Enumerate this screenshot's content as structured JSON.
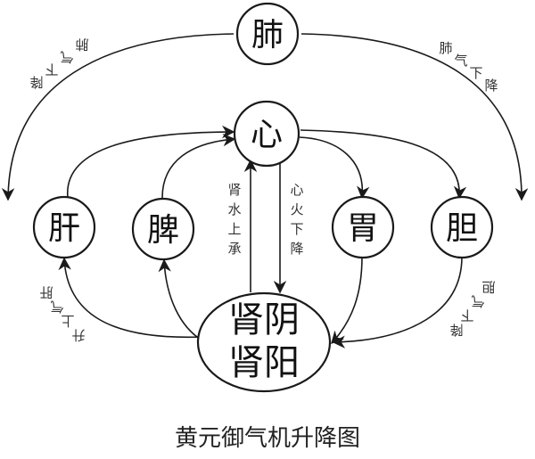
{
  "title": "黄元御气机升降图",
  "nodes": {
    "lung": "肺",
    "heart": "心",
    "liver": "肝",
    "spleen": "脾",
    "stomach": "胃",
    "gallbladder": "胆",
    "kidney_yin": "肾阴",
    "kidney_yang": "肾阳"
  },
  "labels": {
    "lung_qi_left": "肺气下降",
    "lung_qi_right": "肺气下降",
    "kidney_water": "肾水上承",
    "heart_fire": "心火下降",
    "liver_qi": "肝气上升",
    "gallbladder_qi": "胆气下降"
  },
  "colors": {
    "ink": "#1a1a1a",
    "background": "#ffffff"
  }
}
